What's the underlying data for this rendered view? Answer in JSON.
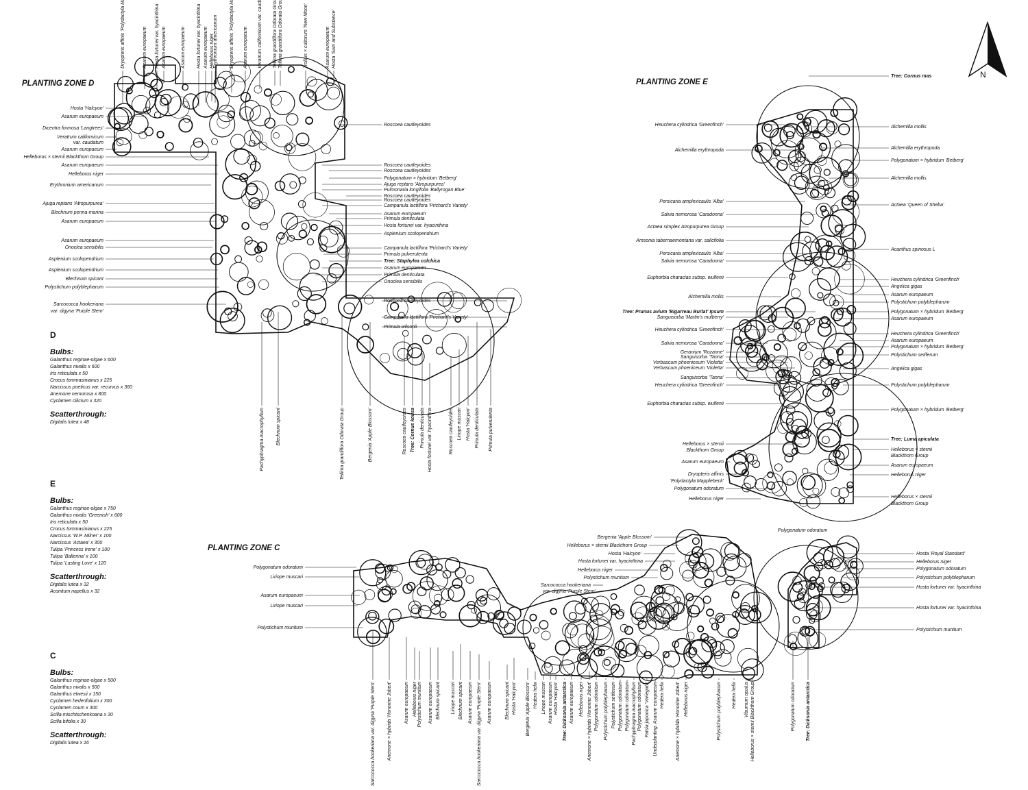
{
  "zones": {
    "D": "PLANTING ZONE D",
    "E": "PLANTING ZONE E",
    "C": "PLANTING ZONE C"
  },
  "compass": {
    "label": "N",
    "icon": "north-arrow-icon"
  },
  "labels": {
    "d_top": [
      "Dryopteris affinis 'Polydactyla Mapplebeck'",
      "Asarum europaeum",
      "Hosta fortunei var. hyacinthina",
      "Asarum europaeum",
      "Asarum europaeum",
      "Hosta fortunei var. hyacinthina",
      "Asarum europaeum",
      "Helleborus niger",
      "Erythronium americanum",
      "Dryopteris affinis 'Polydactyla Mapplebeck'",
      "Asarum europaeum",
      "Veratrum californicum var. caudatum",
      "Tellima grandiflora Odorata Group",
      "Tellima grandiflora Odorata Group",
      "Trollius × cultorum 'New Moon'",
      "Asarum europaeum",
      "Hosta 'Sum and Substance'"
    ],
    "d_left": [
      "Hosta 'Halcyon'",
      "Asarum europaeum",
      "Dicentra formosa 'Langtrees'",
      "Veratrum californicum",
      "var. caudatum",
      "Asarum europaeum",
      "Helleborus × sternii Blackthorn Group",
      "Asarum europaeum",
      "Helleborus niger",
      "Erythronium americanum",
      "Ajuga reptans 'Atropurpurea'",
      "Blechnum penna-marina",
      "Asarum europaeum",
      "Asarum europaeum",
      "Onoclea sensibilis",
      "Asplenium scolopendrium",
      "Asplenium scolopendrium",
      "Blechnum spicant",
      "Polystichum polyblepharum",
      "Sarcococca hookeriana",
      "var. digyna 'Purple Stem'"
    ],
    "d_right": [
      "Roscoea cautleyoides",
      "Roscoea cautleyoides",
      "Roscoea cautleyoides",
      "Polygonatum × hybridum 'Betberg'",
      "Ajuga reptans 'Atropurpurea'",
      "Pulmonaria longifolia 'Ballyrogan Blue'",
      "Roscoea cautleyoides",
      "Roscoea cautleyoides",
      "Campanula lactiflora 'Prichard's Variety'",
      "Asarum europaeum",
      "Primula denticulata",
      "Hosta fortunei var. hyacinthina",
      "Asplenium scolopendrium",
      "Campanula lactiflora 'Prichard's Variety'",
      "Primula pulverulenta",
      "Tree: Staphylea colchica",
      "Asarum europaeum",
      "Primula denticulata",
      "Onoclea sensibilis",
      "Roscoea cautleyoides",
      "Campanula lactiflora 'Prichard's Variety'",
      "Primula wilsonii"
    ],
    "d_bottom": [
      "Pachyphragma macrophyllum",
      "Blechnum spicant",
      "Tellima grandiflora Odorata Group",
      "Bergenia 'Apple Blossom'",
      "Roscoea cautleyoides",
      "Tree: Cornus kousa",
      "Primula denticulata",
      "Hosta fortunei var. hyacinthina",
      "Roscoea cautleyoides",
      "Liriope muscari",
      "Hosta 'Halcyon'",
      "Primula denticulata",
      "Primula pulverulenta"
    ],
    "e_left": [
      "Heuchera cylindrica 'Greenfinch'",
      "Alchemilla erythropoda",
      "Persicaria amplexicaulis 'Alba'",
      "Salvia nemorosa 'Caradonna'",
      "Actaea simplex Atropurpurea Group",
      "Amsonia tabernaemontana var. salicifolia",
      "Persicaria amplexicaulis 'Alba'",
      "Salvia nemorosa 'Caradonna'",
      "Euphorbia characias subsp. wulfenii",
      "Alchemilla mollis",
      "Tree: Prunus avium 'Bigarreau Burlat' Ipsum",
      "Sanguisorba 'Martin's mulberry'",
      "Heuchera cylindrica 'Greenfinch'",
      "Salvia nemorosa 'Caradonna'",
      "Geranium 'Rozanne'",
      "Sanguisorba 'Tanna'",
      "Verbascum phoeniceum 'Violetta'",
      "Verbascum phoeniceum 'Violetta'",
      "Sanguisorba 'Tanna'",
      "Heuchera cylindrica 'Greenfinch'",
      "Euphorbia characias subsp. wulfenii",
      "Helleborus × sternii",
      "Blackthorn Group",
      "Asarum europaeum",
      "Dryopteris affinis",
      "'Polydactyla Mapplebeck'",
      "Polygonatum odoratum",
      "Helleborus niger"
    ],
    "e_right": [
      "Tree: Cornus mas",
      "Alchemilla mollis",
      "Alchemilla erythropoda",
      "Polygonatum × hybridum 'Betberg'",
      "Alchemilla mollis",
      "Actaea 'Queen of Sheba'",
      "Acanthus spinosus L",
      "Heuchera cylindrica 'Greenfinch'",
      "Angelica gigas",
      "Asarum europaeum",
      "Polystichum polyblepharum",
      "Polygonatum × hybridum 'Betberg'",
      "Asarum europaeum",
      "Heuchera cylindrica 'Greenfinch'",
      "Asarum europaeum",
      "Polygonatum × hybridum 'Betberg'",
      "Polystichum setiferum",
      "Angelica gigas",
      "Polystichum polyblepharum",
      "Polygonatum × hybridum 'Betberg'",
      "Tree: Luma apiculata",
      "Helleborus × sternii",
      "Blackthorn Group",
      "Asarum europaeum",
      "Helleborus niger",
      "Helleborus × sternii",
      "Blackthorn Group"
    ],
    "c_left": [
      "Polygonatum odoratum",
      "Liriope muscari",
      "Asarum europaeum",
      "Liriope muscari",
      "Polystichum munitum"
    ],
    "c_top": [
      "Bergenia 'Apple Blossom'",
      "Helleborus × sternii Blackthorn Group",
      "Hosta 'Halcyon'",
      "Hosta fortunei var. hyacinthina",
      "Helleborus niger",
      "Polystichum munitum",
      "Sarcococca hookeriana",
      "var. digyna 'Purple Stem'",
      "Polygonatum odoratum"
    ],
    "c_right": [
      "Hosta 'Royal Standard'",
      "Helleborus niger",
      "Polygonatum odoratum",
      "Polystichum polyblepharum",
      "Hosta fortunei var. hyacinthina",
      "Hosta fortunei var. hyacinthina",
      "Polystichum munitum"
    ],
    "c_bottom": [
      "Sarcococca hookeriana var. digyna 'Purple Stem'",
      "Anemone × hybrida 'Honorine Jobert'",
      "Asarum europaeum",
      "Helleborus niger",
      "Polystichum munitum",
      "Asarum europaeum",
      "Blechnum spicant",
      "Liriope muscari",
      "Blechnum spicant",
      "Asarum europaeum",
      "Sarcococca hookeriana var. digyna 'Purple Stem'",
      "Asarum europaeum",
      "Blechnum spicant",
      "Hosta 'Halcyon'",
      "Bergenia 'Apple Blossom'",
      "Hedera helix",
      "Liriope muscari",
      "Asarum europaeum",
      "Hosta 'Halcyon'",
      "Tree: Dicksonia antarctica",
      "Asarum europaeum",
      "Helleborus niger",
      "Anemone × hybrida 'Honorine Jobert'",
      "Polygonatum odoratum",
      "Polystichum polyblepharum",
      "Polystichum setiferum",
      "Polygonatum odoratum",
      "Polygonatum odoratum",
      "Pachyphragma macrophyllum",
      "Polygonatum odoratum",
      "Fatsia japonica 'Variegata'",
      "Underplanting: Asarum europaeum",
      "Hedera helix",
      "Anemone × hybrida 'Honorine Jobert'",
      "Helleborus niger",
      "Polystichum polyblepharum",
      "Hedera helix",
      "Viburnum opulus",
      "Helleborus × sternii Blackthorn Group",
      "Polygonatum odoratum",
      "Tree: Dicksonia antarctica"
    ]
  },
  "bulbs": {
    "D": {
      "letter": "D",
      "bulbs_heading": "Bulbs:",
      "bulbs": [
        "Galanthus reginae-olgae x 600",
        "Galanthus nivalis x 600",
        "Iris reticulata x 50",
        "Crocus tommasinianus x 225",
        "Narcissus poeticus var. recurvus x 360",
        "Anemone nemorosa x  800",
        "Cyclamen cilicium x 320"
      ],
      "scatter_heading": "Scatterthrough:",
      "scatter": [
        "Digitalis lutea x 48"
      ]
    },
    "E": {
      "letter": "E",
      "bulbs_heading": "Bulbs:",
      "bulbs": [
        "Galanthus reginae-olgae x 750",
        "Galanthus nivalis 'Greenish' x 600",
        "Iris reticulata x 50",
        "Crocus tommasinianus x 225",
        "Narcissus 'W.P. Milner' x 100",
        "Narcissus 'Actaea' x 300",
        "Tulipa 'Princess Irene' x 100",
        "Tulipa 'Ballerina' x 100",
        "Tulipa 'Lasting Love' x 120"
      ],
      "scatter_heading": "Scatterthrough:",
      "scatter": [
        "Digitalis lutea x 32",
        "Aconitum napellus x 32"
      ]
    },
    "C": {
      "letter": "C",
      "bulbs_heading": "Bulbs:",
      "bulbs": [
        "Galanthus reginae-olgae x 500",
        "Galanthus nivalis x 500",
        "Galanthus elwesii x 150",
        "Cyclamen hederifolium x 300",
        "Cyclamen coum x 300",
        "Scilla mischtschenkoana x 30",
        "Scilla bifolia x 30"
      ],
      "scatter_heading": "Scatterthrough:",
      "scatter": [
        "Digitalis lutea x 16"
      ]
    }
  }
}
